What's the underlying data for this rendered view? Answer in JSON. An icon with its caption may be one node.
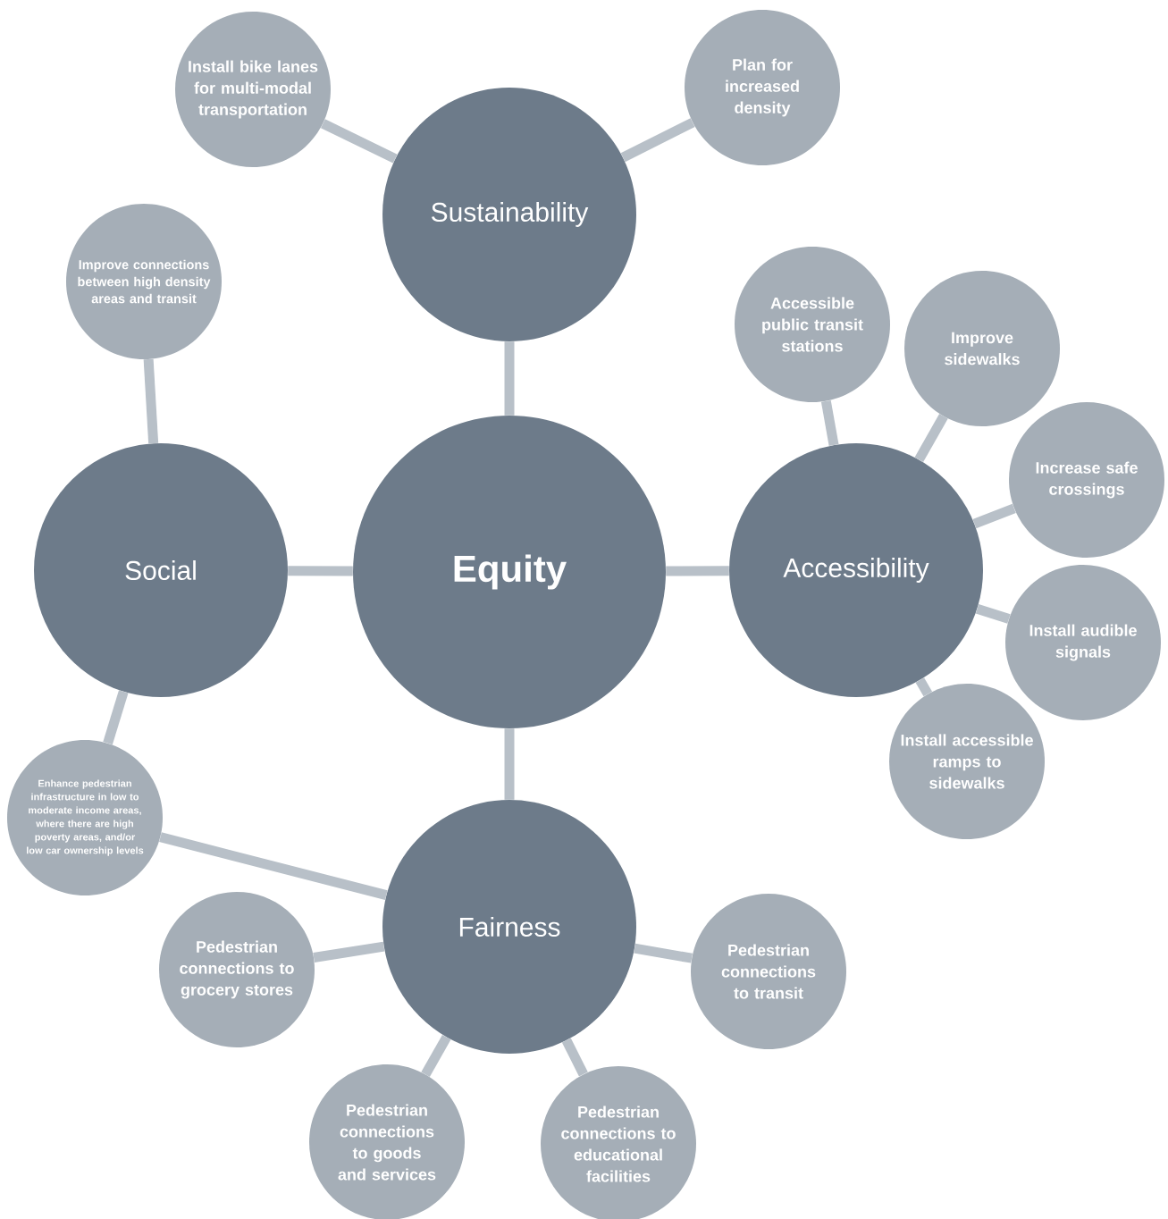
{
  "diagram": {
    "nodes": [
      {
        "text": [
          "Equity"
        ]
      },
      {
        "text": [
          "Sustainability"
        ]
      },
      {
        "text": [
          "Social"
        ]
      },
      {
        "text": [
          "Accessibility"
        ]
      },
      {
        "text": [
          "Fairness"
        ]
      },
      {
        "text": [
          "Install bike lanes for multi-modal transportation"
        ]
      },
      {
        "text": [
          "Plan for increased density"
        ]
      },
      {
        "text": [
          "Improve connections between high density areas and transit"
        ]
      },
      {
        "text": [
          "Accessible public transit stations"
        ]
      },
      {
        "text": [
          "Improve sidewalks"
        ]
      },
      {
        "text": [
          "Increase safe crossings"
        ]
      },
      {
        "text": [
          "Install audible signals"
        ]
      },
      {
        "text": [
          "Install accessible ramps to sidewalks"
        ]
      },
      {
        "text": [
          "Enhance pedestrian infrastructure in low to moderate income areas, where there are high poverty areas, and/or low car ownership levels"
        ]
      },
      {
        "text": [
          "Pedestrian connections to grocery stores"
        ]
      },
      {
        "text": [
          "Pedestrian connections to transit"
        ]
      },
      {
        "text": [
          "Pedestrian connections to goods and services"
        ]
      },
      {
        "text": [
          "Pedestrian connections to educational facilities"
        ]
      }
    ],
    "edges": [
      {
        "from": 0,
        "to": 1,
        "arrow": "none"
      },
      {
        "from": 0,
        "to": 2,
        "arrow": "none"
      },
      {
        "from": 0,
        "to": 3,
        "arrow": "none"
      },
      {
        "from": 0,
        "to": 4,
        "arrow": "none"
      },
      {
        "from": 1,
        "to": 5,
        "arrow": "none"
      },
      {
        "from": 1,
        "to": 6,
        "arrow": "none"
      },
      {
        "from": 2,
        "to": 7,
        "arrow": "none"
      },
      {
        "from": 2,
        "to": 13,
        "arrow": "none"
      },
      {
        "from": 13,
        "to": 4,
        "arrow": "none"
      },
      {
        "from": 3,
        "to": 8,
        "arrow": "none"
      },
      {
        "from": 3,
        "to": 9,
        "arrow": "none"
      },
      {
        "from": 3,
        "to": 10,
        "arrow": "none"
      },
      {
        "from": 3,
        "to": 11,
        "arrow": "none"
      },
      {
        "from": 3,
        "to": 12,
        "arrow": "none"
      },
      {
        "from": 4,
        "to": 14,
        "arrow": "none"
      },
      {
        "from": 4,
        "to": 15,
        "arrow": "none"
      },
      {
        "from": 4,
        "to": 16,
        "arrow": "none"
      },
      {
        "from": 4,
        "to": 17,
        "arrow": "none"
      }
    ]
  }
}
